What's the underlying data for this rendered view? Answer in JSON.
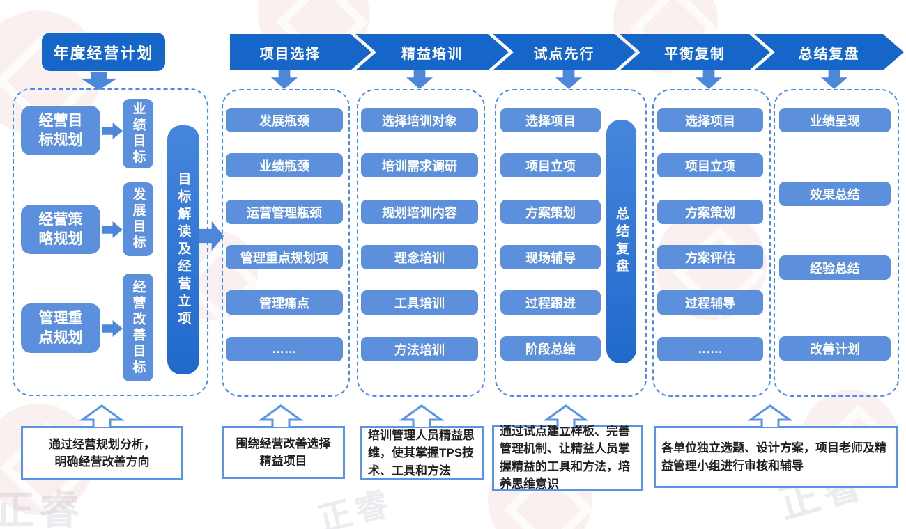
{
  "colors": {
    "dark_blue": "#1666C9",
    "light_blue": "#5C90DC",
    "arrow_blue": "#4C87D9",
    "bar_gradient_top": "#4686DD",
    "bar_gradient_bottom": "#2069CC",
    "dashed_border": "#4A8BE8",
    "note_border": "#5B93E6",
    "note_text": "#1F1F1F"
  },
  "title": "年度经营计划",
  "planning": {
    "rows": [
      {
        "label": "经营目\n标规划",
        "target": "业绩目标"
      },
      {
        "label": "经营策\n略规划",
        "target": "发展目标"
      },
      {
        "label": "管理重\n点规划",
        "target": "经营改善目标"
      }
    ],
    "bar_label": "目标解读及经营立项"
  },
  "phases": [
    {
      "header": "项目选择",
      "items": [
        "发展瓶颈",
        "业绩瓶颈",
        "运营管理瓶颈",
        "管理重点规划项",
        "管理痛点",
        "……"
      ]
    },
    {
      "header": "精益培训",
      "items": [
        "选择培训对象",
        "培训需求调研",
        "规划培训内容",
        "理念培训",
        "工具培训",
        "方法培训"
      ]
    },
    {
      "header": "试点先行",
      "items": [
        "选择项目",
        "项目立项",
        "方案策划",
        "现场辅导",
        "过程跟进",
        "阶段总结"
      ],
      "side_bar": "总结复盘"
    },
    {
      "header": "平衡复制",
      "items": [
        "选择项目",
        "项目立项",
        "方案策划",
        "方案评估",
        "过程辅导",
        "……"
      ]
    },
    {
      "header": "总结复盘",
      "items": [
        "业绩呈现",
        "效果总结",
        "经验总结",
        "改善计划"
      ]
    }
  ],
  "notes": [
    {
      "text": "通过经营规划分析，\n明确经营改善方向"
    },
    {
      "text": "围绕经营改善选择\n精益项目"
    },
    {
      "text": "培训管理人员精益思维，使其掌握TPS技术、工具和方法"
    },
    {
      "text": "通过试点建立样板、完善管理机制、让精益人员掌握精益的工具和方法，培养思维意识"
    },
    {
      "text": "各单位独立选题、设计方案，项目老师及精益管理小组进行审核和辅导"
    }
  ],
  "watermark": {
    "logo_text": "正睿"
  }
}
